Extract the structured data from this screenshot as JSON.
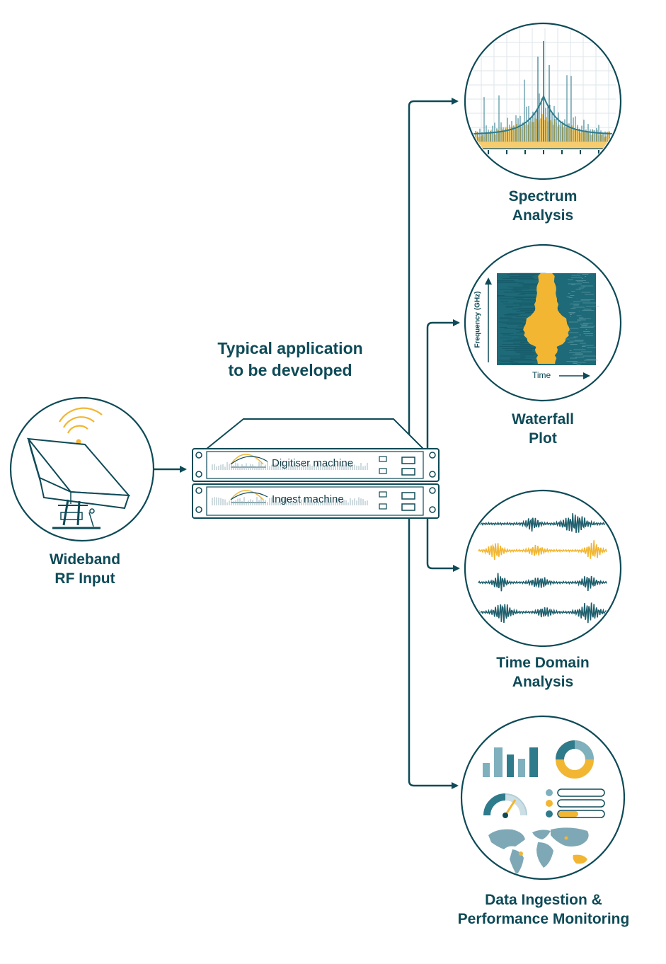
{
  "title": {
    "line1": "Typical application",
    "line2": "to be developed"
  },
  "input": {
    "line1": "Wideband",
    "line2": "RF Input"
  },
  "machines": {
    "digitiser": "Digitiser machine",
    "ingest": "Ingest machine"
  },
  "outputs": [
    {
      "line1": "Spectrum",
      "line2": "Analysis"
    },
    {
      "line1": "Waterfall",
      "line2": "Plot"
    },
    {
      "line1": "Time Domain",
      "line2": "Analysis"
    },
    {
      "line1": "Data Ingestion &",
      "line2": "Performance Monitoring"
    }
  ],
  "waterfall": {
    "ylabel": "Frequency (GHz)",
    "xlabel": "Time"
  },
  "colors": {
    "primary": "#0e4a57",
    "accent": "#f2b632",
    "teal": "#2e7b8c",
    "light": "#7fb0bd"
  }
}
